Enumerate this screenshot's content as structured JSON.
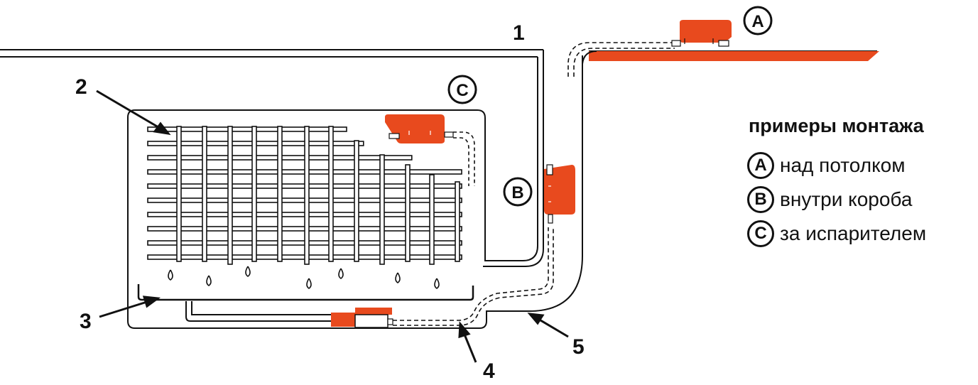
{
  "colors": {
    "pump": "#e84a1e",
    "line": "#111111",
    "background": "#ffffff"
  },
  "callouts": {
    "n1": "1",
    "n2": "2",
    "n3": "3",
    "n4": "4",
    "n5": "5"
  },
  "markers": {
    "a": "A",
    "b": "B",
    "c": "C"
  },
  "legend": {
    "title": "примеры монтажа",
    "items": [
      {
        "marker": "A",
        "text": "над потолком"
      },
      {
        "marker": "B",
        "text": "внутри короба"
      },
      {
        "marker": "C",
        "text": "за испарителем"
      }
    ]
  }
}
